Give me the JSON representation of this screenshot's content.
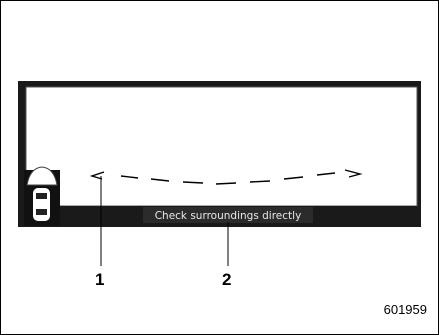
{
  "display": {
    "caption": "Check surroundings directly"
  },
  "callouts": [
    {
      "number": "1"
    },
    {
      "number": "2"
    }
  ],
  "figure_id": "601959"
}
